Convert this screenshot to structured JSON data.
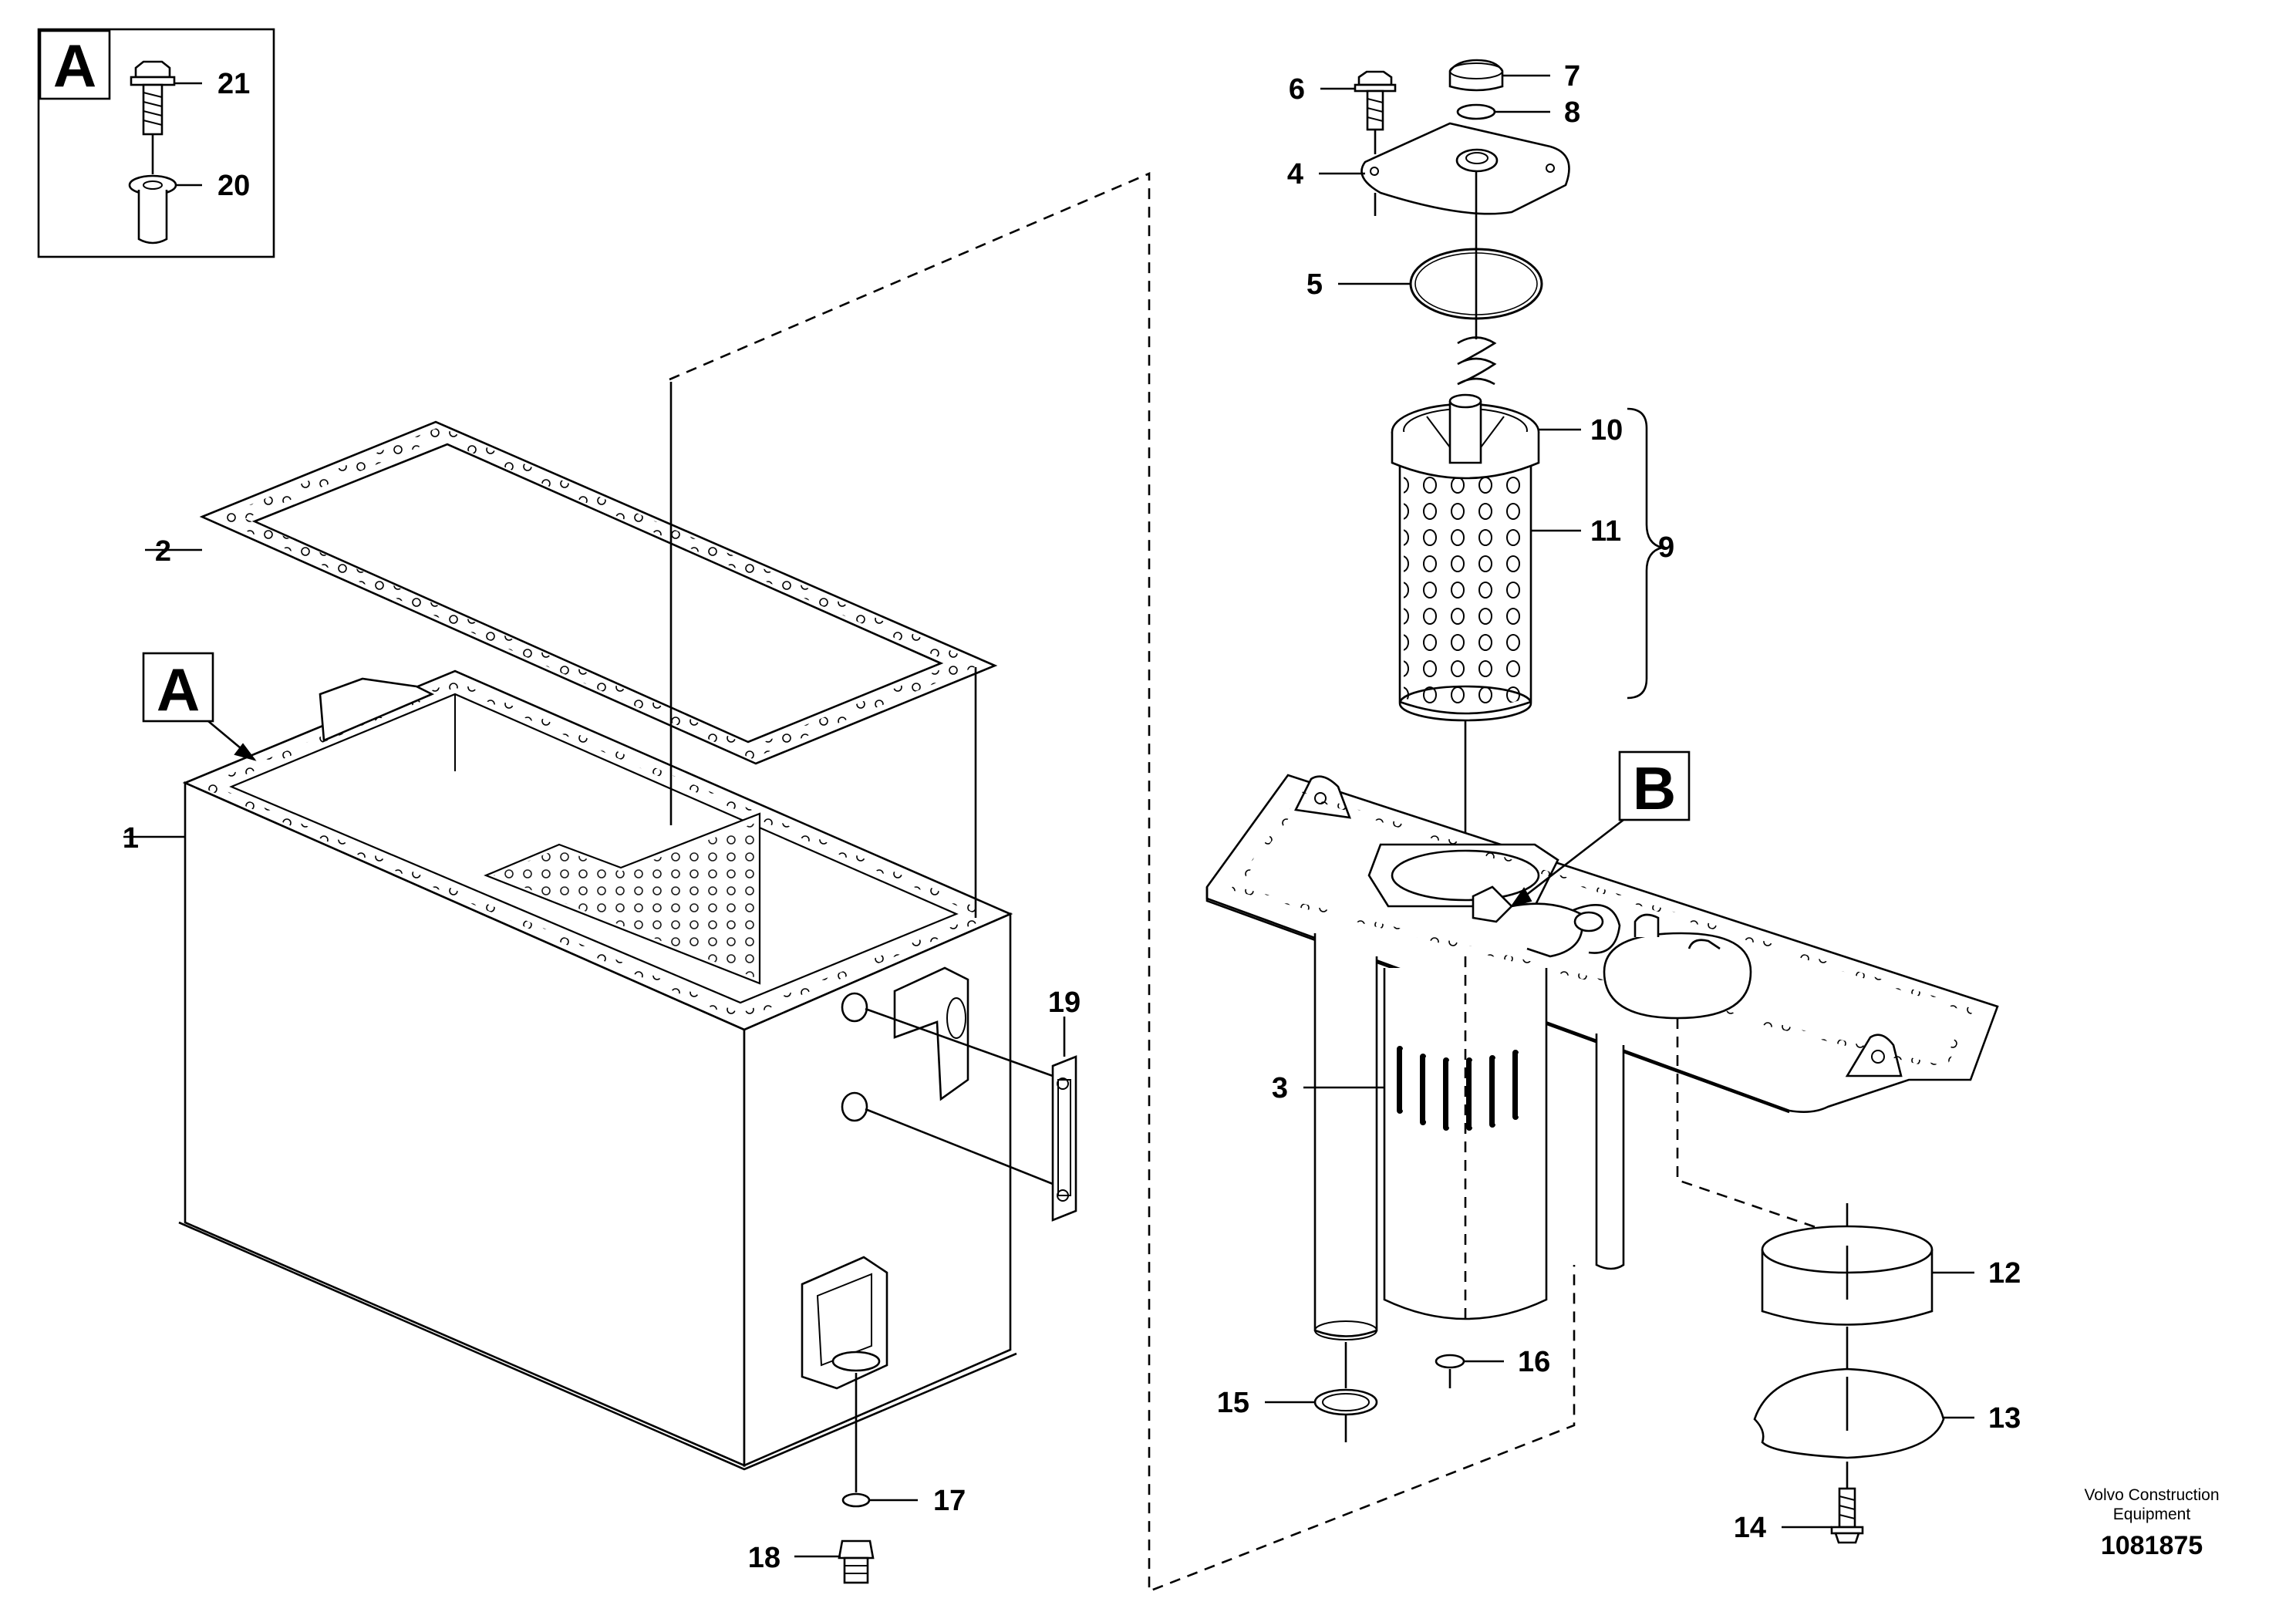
{
  "callouts": {
    "c1": "1",
    "c2": "2",
    "c3": "3",
    "c4": "4",
    "c5": "5",
    "c6": "6",
    "c7": "7",
    "c8": "8",
    "c9": "9",
    "c10": "10",
    "c11": "11",
    "c12": "12",
    "c13": "13",
    "c14": "14",
    "c15": "15",
    "c16": "16",
    "c17": "17",
    "c18": "18",
    "c19": "19",
    "c20": "20",
    "c21": "21"
  },
  "detail_labels": {
    "a_inset": "A",
    "a_ref": "A",
    "b_ref": "B"
  },
  "credit": {
    "line1": "Volvo Construction",
    "line2": "Equipment"
  },
  "document_number": "1081875"
}
